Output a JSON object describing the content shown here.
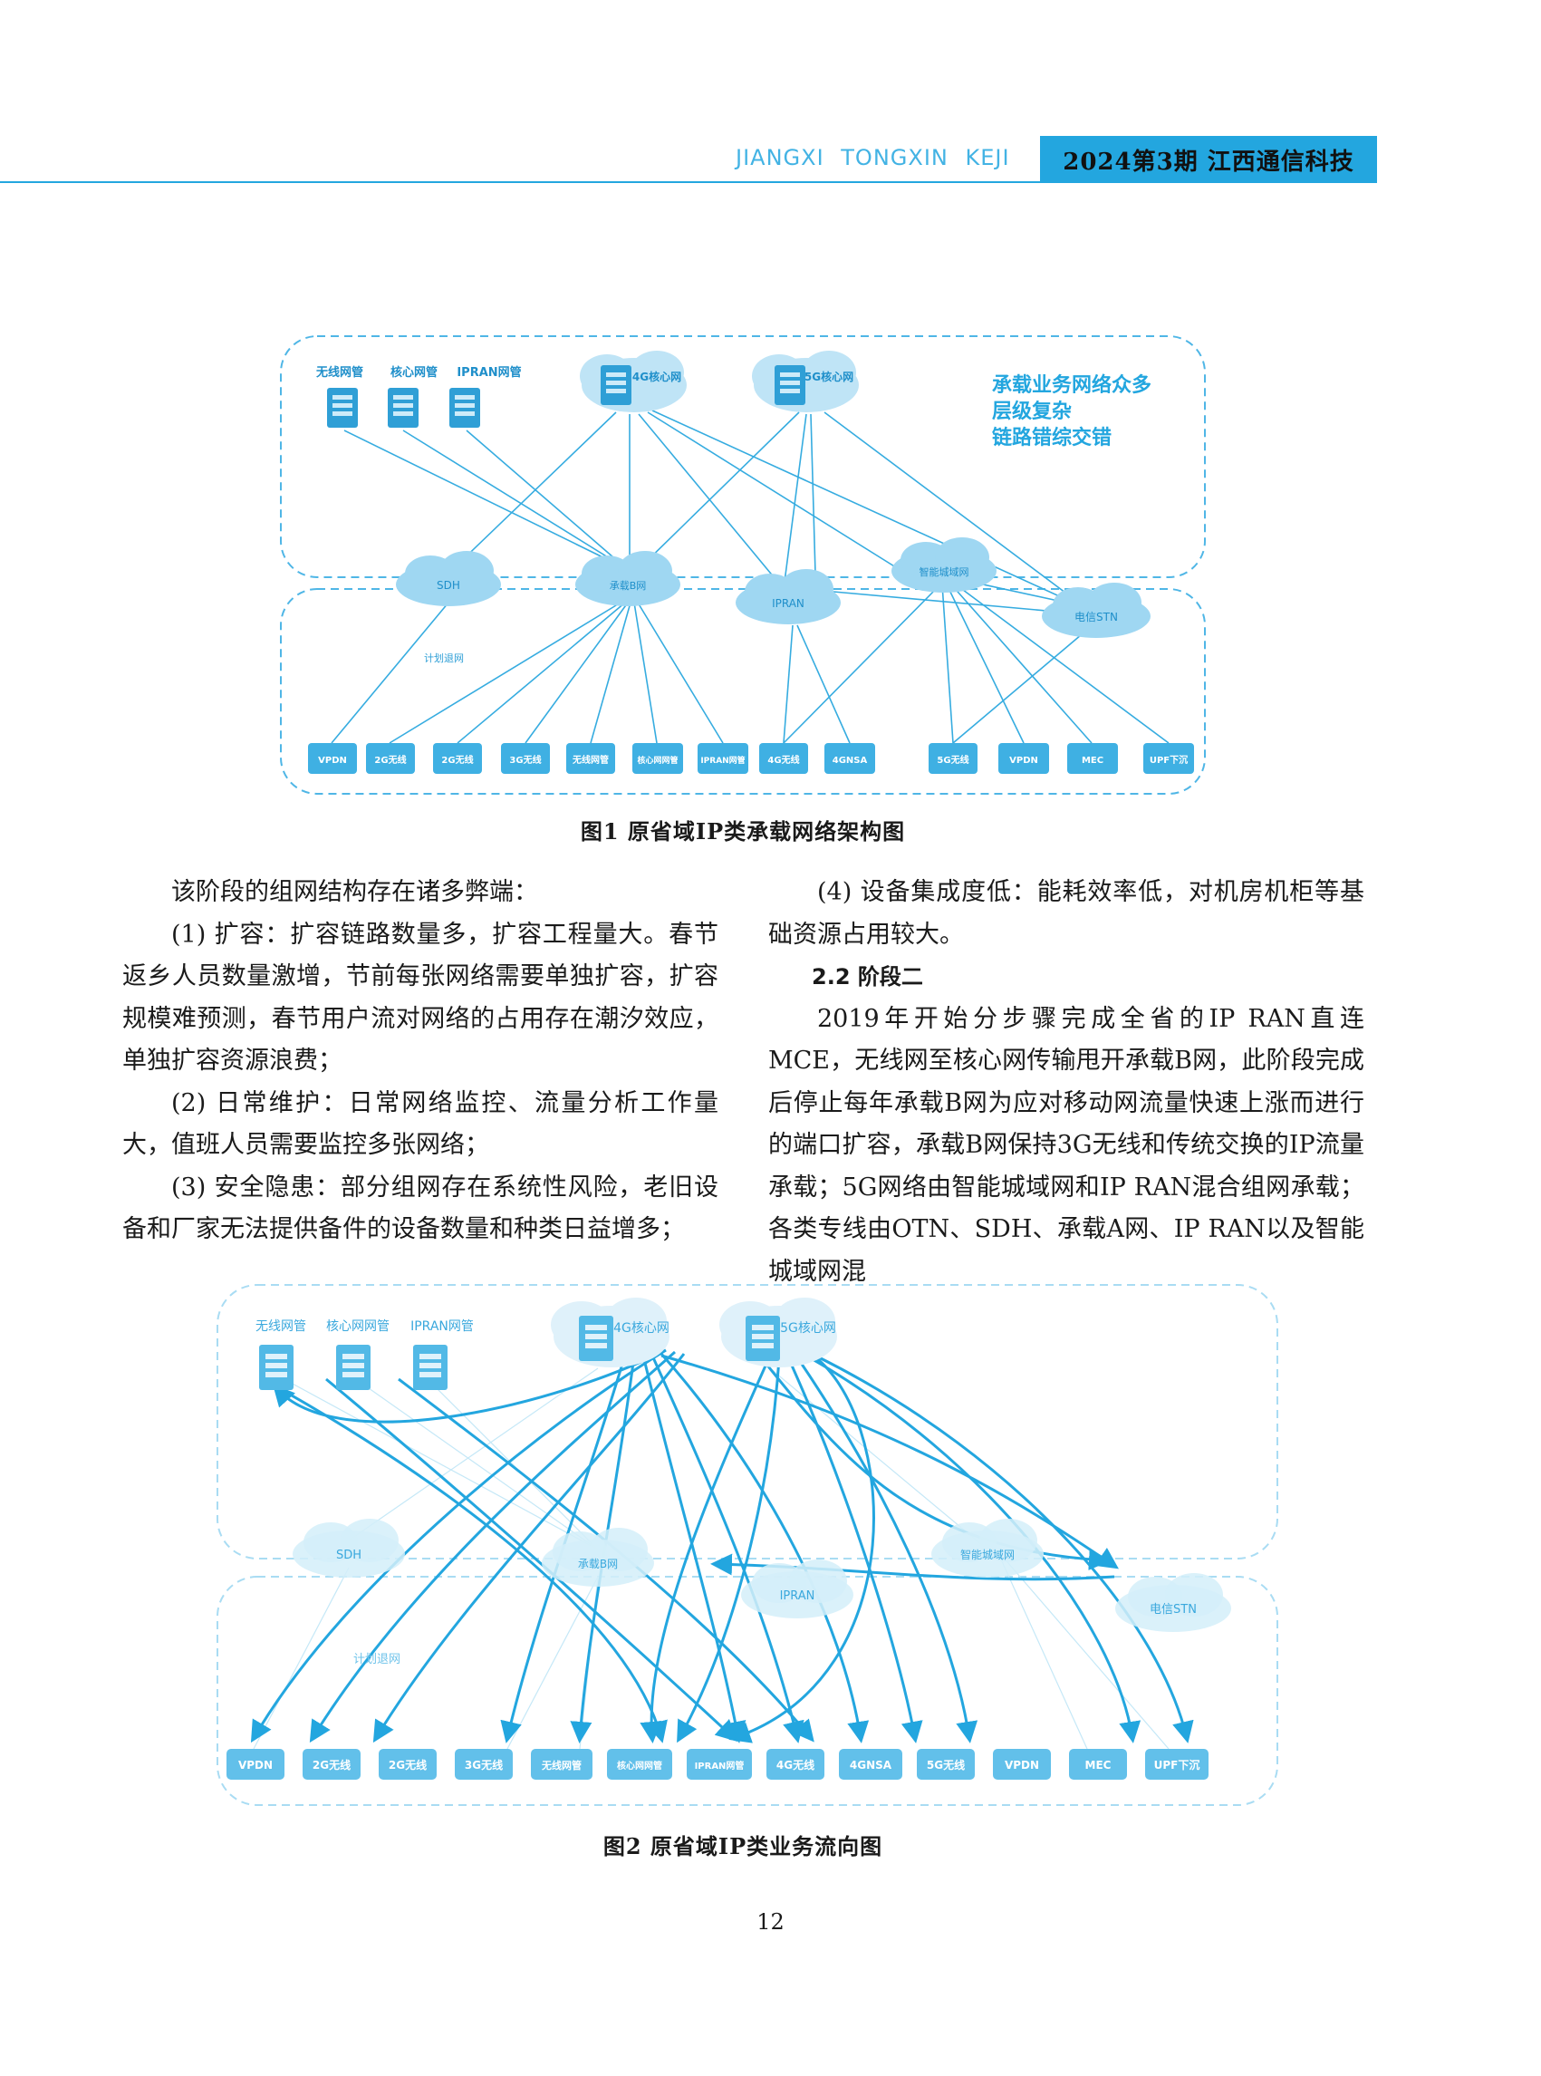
{
  "header": {
    "english": "JIANGXI TONGXIN KEJI",
    "issue": "2024第3期 江西通信科技"
  },
  "figure1": {
    "caption": "图1 原省域IP类承载网络架构图",
    "top_servers": [
      "无线网管",
      "核心网管",
      "IPRAN网管"
    ],
    "cores": [
      "4G核心网",
      "5G核心网"
    ],
    "note_lines": [
      "承载业务网络众多",
      "层级复杂",
      "链路错综交错"
    ],
    "clouds": [
      "SDH",
      "承载B网",
      "IPRAN",
      "智能城域网",
      "电信STN"
    ],
    "link_label": "计划退网",
    "bottom_nodes": [
      "VPDN",
      "2G无线",
      "2G无线",
      "3G无线",
      "无线网管",
      "核心网网管",
      "IPRAN网管",
      "4G无线",
      "4GNSA",
      "5G无线",
      "VPDN",
      "MEC",
      "UPF下沉"
    ]
  },
  "figure2": {
    "caption": "图2 原省域IP类业务流向图",
    "top_servers": [
      "无线网管",
      "核心网网管",
      "IPRAN网管"
    ],
    "cores": [
      "4G核心网",
      "5G核心网"
    ],
    "clouds": [
      "SDH",
      "承载B网",
      "IPRAN",
      "智能城域网",
      "电信STN"
    ],
    "link_label": "计划退网",
    "bottom_nodes": [
      "VPDN",
      "2G无线",
      "2G无线",
      "3G无线",
      "无线网管",
      "核心网网管",
      "IPRAN网管",
      "4G无线",
      "4GNSA",
      "5G无线",
      "VPDN",
      "MEC",
      "UPF下沉"
    ]
  },
  "left_column": [
    "该阶段的组网结构存在诸多弊端：",
    "(1) 扩容：扩容链路数量多，扩容工程量大。春节返乡人员数量激增，节前每张网络需要单独扩容，扩容规模难预测，春节用户流对网络的占用存在潮汐效应，单独扩容资源浪费；",
    "(2) 日常维护：日常网络监控、流量分析工作量大，值班人员需要监控多张网络；",
    "(3) 安全隐患：部分组网存在系统性风险，老旧设备和厂家无法提供备件的设备数量和种类日益增多；"
  ],
  "right_column": {
    "p1": "(4) 设备集成度低：能耗效率低，对机房机柜等基础资源占用较大。",
    "heading": "2.2 阶段二",
    "p2": "2019年开始分步骤完成全省的IP RAN直连MCE，无线网至核心网传输甩开承载B网，此阶段完成后停止每年承载B网为应对移动网流量快速上涨而进行的端口扩容，承载B网保持3G无线和传统交换的IP流量承载；5G网络由智能城域网和IP RAN混合组网承载；各类专线由OTN、SDH、承载A网、IP RAN以及智能城域网混"
  },
  "page_number": "12",
  "colors": {
    "accent": "#23a6df",
    "light": "#8fd3f2",
    "text": "#1a1a1a"
  }
}
